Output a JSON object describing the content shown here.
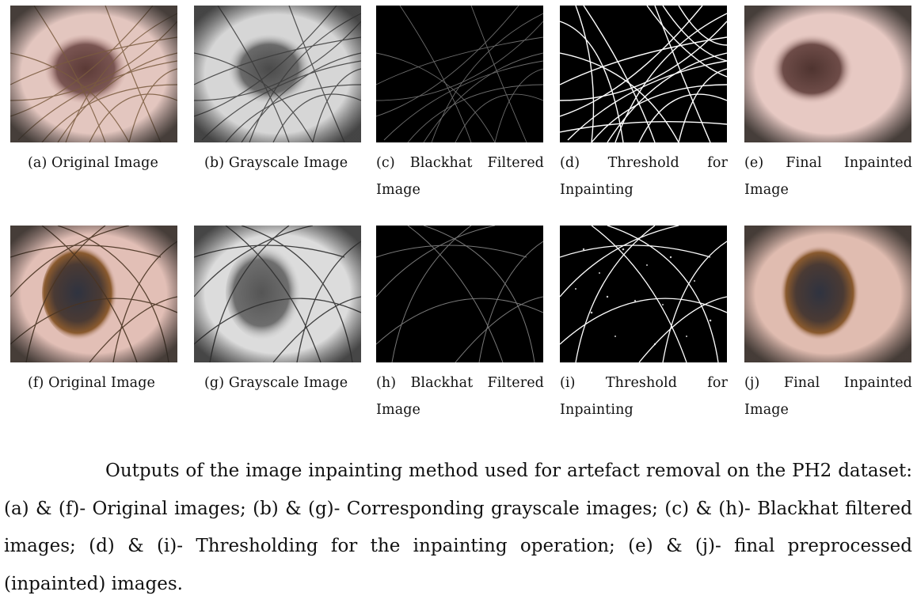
{
  "figure": {
    "rows": [
      {
        "panels": [
          {
            "kind": "original",
            "caption": "(a) Original Image"
          },
          {
            "kind": "grayscale",
            "caption": "(b) Grayscale Image"
          },
          {
            "kind": "blackhat",
            "caption": "(c) Blackhat Filtered Image"
          },
          {
            "kind": "threshold",
            "caption": "(d) Threshold for Inpainting"
          },
          {
            "kind": "inpainted",
            "caption": "(e) Final Inpainted Image"
          }
        ]
      },
      {
        "panels": [
          {
            "kind": "original",
            "caption": "(f) Original Image"
          },
          {
            "kind": "grayscale",
            "caption": "(g) Grayscale Image"
          },
          {
            "kind": "blackhat",
            "caption": "(h) Blackhat Filtered Image"
          },
          {
            "kind": "threshold",
            "caption": "(i) Threshold for Inpainting"
          },
          {
            "kind": "inpainted",
            "caption": "(j) Final Inpainted Image"
          }
        ]
      }
    ],
    "caption": "Outputs of the image inpainting method used for artefact removal on the PH2 dataset: (a) & (f)- Original images; (b) & (g)- Corresponding grayscale images; (c) & (h)- Blackhat filtered images; (d) & (i)- Thresholding for the inpainting operation; (e) & (j)- final preprocessed (inpainted) images."
  }
}
